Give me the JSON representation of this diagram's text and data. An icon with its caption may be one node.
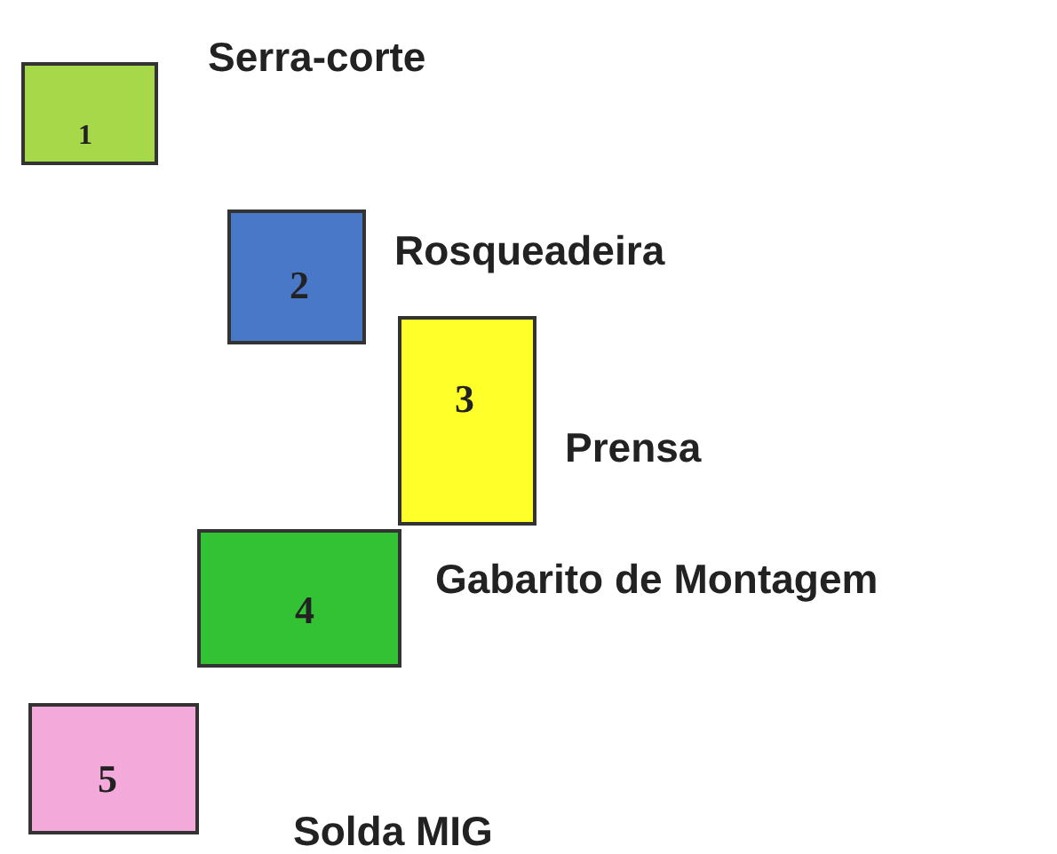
{
  "diagram": {
    "nodes": [
      {
        "text": [
          "1"
        ],
        "beside": [
          "Serra-corte"
        ]
      },
      {
        "text": [
          "2"
        ],
        "beside": [
          "Rosqueadeira"
        ]
      },
      {
        "text": [
          "3"
        ],
        "beside": [
          "Prensa"
        ]
      },
      {
        "text": [
          "4"
        ],
        "beside": [
          "Gabarito de Montagem"
        ]
      },
      {
        "text": [
          "5"
        ],
        "beside": [
          "Solda MIG"
        ]
      }
    ]
  }
}
